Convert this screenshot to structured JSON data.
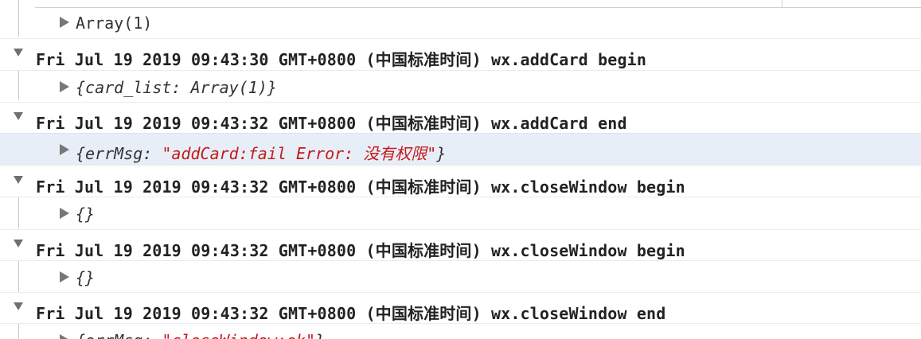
{
  "console": {
    "entries": [
      {
        "type": "child",
        "text": "Array(1)"
      },
      {
        "type": "header",
        "text": "Fri Jul 19 2019 09:43:30 GMT+0800 (中国标准时间) wx.addCard begin"
      },
      {
        "type": "child",
        "text": "{card_list: Array(1)}"
      },
      {
        "type": "header",
        "text": "Fri Jul 19 2019 09:43:32 GMT+0800 (中国标准时间) wx.addCard end"
      },
      {
        "type": "child",
        "prefix": "{errMsg: ",
        "value": "\"addCard:fail Error: 没有权限\"",
        "suffix": "}"
      },
      {
        "type": "header",
        "text": "Fri Jul 19 2019 09:43:32 GMT+0800 (中国标准时间) wx.closeWindow begin"
      },
      {
        "type": "child",
        "text": "{}"
      },
      {
        "type": "header",
        "text": "Fri Jul 19 2019 09:43:32 GMT+0800 (中国标准时间) wx.closeWindow begin"
      },
      {
        "type": "child",
        "text": "{}"
      },
      {
        "type": "header",
        "text": "Fri Jul 19 2019 09:43:32 GMT+0800 (中国标准时间) wx.closeWindow end"
      },
      {
        "type": "child",
        "prefix": "{errMsg: ",
        "value": "\"closeWindow:ok\"",
        "suffix": "}"
      }
    ]
  }
}
